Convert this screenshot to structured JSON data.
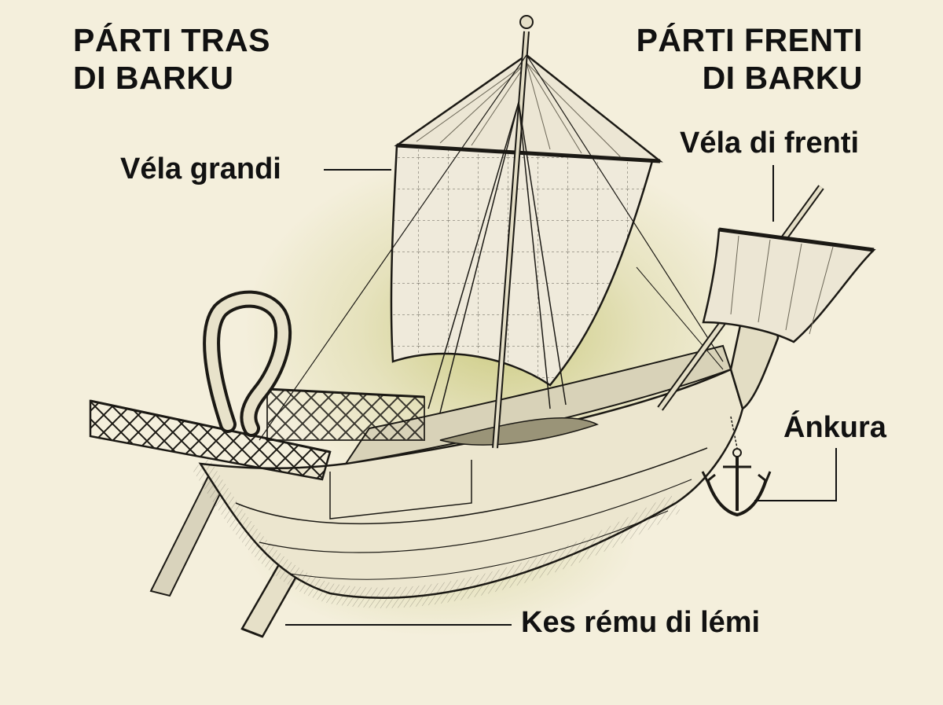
{
  "headings": {
    "stern": [
      "PÁRTI TRAS",
      "DI BARKU"
    ],
    "bow": [
      "PÁRTI FRENTI",
      "DI BARKU"
    ]
  },
  "labels": {
    "main_sail": "Véla grandi",
    "fore_sail": "Véla di frenti",
    "anchor": "Ánkura",
    "steering_oar": "Kes rému di lémi"
  },
  "colors": {
    "background": "#f4efdc",
    "glow": "#c4c470",
    "ink": "#111111",
    "sail": "#efeadb"
  }
}
